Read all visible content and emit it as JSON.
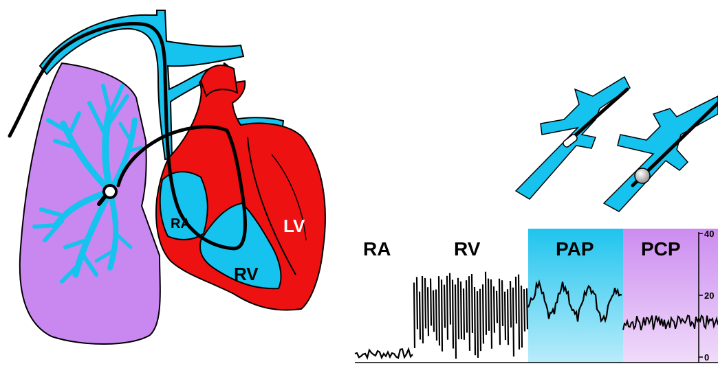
{
  "heart_labels": {
    "ra": "RA",
    "rv": "RV",
    "lv": "LV"
  },
  "trace_labels": {
    "ra": "RA",
    "rv": "RV",
    "pap": "PAP",
    "pcp": "PCP"
  },
  "scale_ticks": [
    "40",
    "20",
    "0"
  ],
  "colors": {
    "lung": "#c987f0",
    "vessel": "#16c2ee",
    "heart": "#ee1111",
    "pap_band": "#22c6ef",
    "pcp_band": "#d49df0",
    "catheter": "#000000"
  }
}
